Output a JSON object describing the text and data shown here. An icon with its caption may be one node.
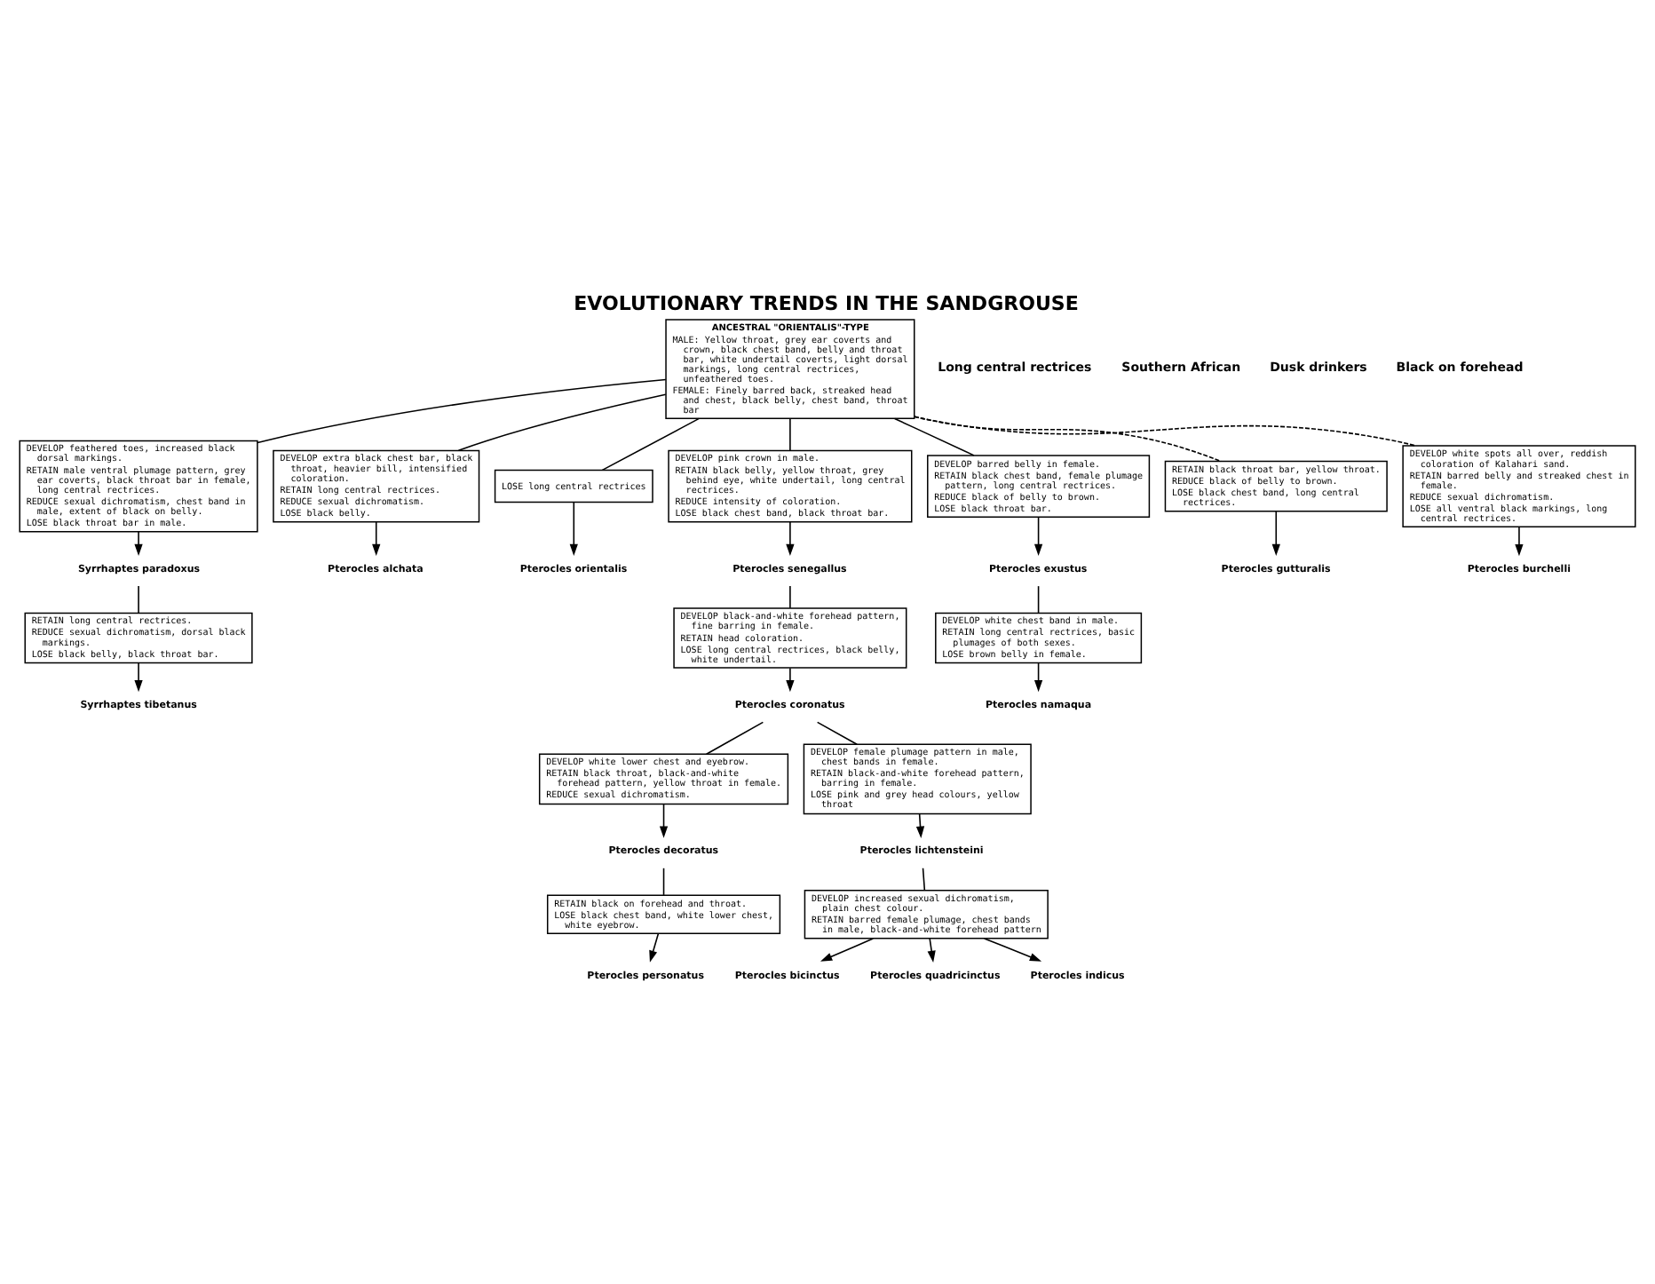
{
  "diagram": {
    "title": "EVOLUTIONARY TRENDS IN THE SANDGROUSE",
    "nodes": [
      {
        "text": [
          "ANCESTRAL \"ORIENTALIS\"-TYPE",
          "MALE: Yellow throat, grey ear coverts and crown, black chest band, belly and throat bar, white undertail coverts, light dorsal markings, long central rectrices, unfeathered toes.",
          "FEMALE: Finely barred back, streaked head and chest, black belly, chest band, throat bar"
        ]
      },
      {
        "text": [
          "DEVELOP feathered toes, increased black dorsal markings.",
          "RETAIN male ventral plumage pattern, grey ear coverts, black throat bar in female, long central rectrices.",
          "REDUCE sexual dichromatism, chest band in male, extent of black on belly.",
          "LOSE black throat bar in male."
        ]
      },
      {
        "text": [
          "Syrrhaptes paradoxus"
        ]
      },
      {
        "text": [
          "RETAIN long central rectrices.",
          "REDUCE sexual dichromatism, dorsal black markings.",
          "LOSE black belly, black throat bar."
        ]
      },
      {
        "text": [
          "Syrrhaptes tibetanus"
        ]
      },
      {
        "text": [
          "DEVELOP extra black chest bar, black throat, heavier bill, intensified coloration.",
          "RETAIN long central rectrices.",
          "REDUCE sexual dichromatism.",
          "LOSE black belly."
        ]
      },
      {
        "text": [
          "Pterocles alchata"
        ]
      },
      {
        "text": [
          "LOSE long central rectrices"
        ]
      },
      {
        "text": [
          "Pterocles orientalis"
        ]
      },
      {
        "text": [
          "DEVELOP pink crown in male.",
          "RETAIN black belly, yellow throat, grey behind eye, white undertail, long central rectrices.",
          "REDUCE intensity of coloration.",
          "LOSE black chest band, black throat bar."
        ]
      },
      {
        "text": [
          "Pterocles senegallus"
        ]
      },
      {
        "text": [
          "DEVELOP black-and-white forehead pattern, fine barring in female.",
          "RETAIN head coloration.",
          "LOSE long central rectrices, black belly, white undertail."
        ]
      },
      {
        "text": [
          "Pterocles coronatus"
        ]
      },
      {
        "text": [
          "DEVELOP white lower chest and eyebrow.",
          "RETAIN black throat, black-and-white forehead pattern, yellow throat in female.",
          "REDUCE sexual dichromatism."
        ]
      },
      {
        "text": [
          "Pterocles decoratus"
        ]
      },
      {
        "text": [
          "RETAIN black on forehead and throat.",
          "LOSE black chest band, white lower chest, white eyebrow."
        ]
      },
      {
        "text": [
          "Pterocles personatus"
        ]
      },
      {
        "text": [
          "DEVELOP female plumage pattern in male, chest bands in female.",
          "RETAIN black-and-white forehead pattern, barring in female.",
          "LOSE pink and grey head colours, yellow throat"
        ]
      },
      {
        "text": [
          "Pterocles lichtensteini"
        ]
      },
      {
        "text": [
          "DEVELOP increased sexual dichromatism, plain chest colour.",
          "RETAIN barred female plumage, chest bands in male, black-and-white forehead pattern"
        ]
      },
      {
        "text": [
          "Pterocles bicinctus"
        ]
      },
      {
        "text": [
          "Pterocles quadricinctus"
        ]
      },
      {
        "text": [
          "Pterocles indicus"
        ]
      },
      {
        "text": [
          "DEVELOP barred belly in female.",
          "RETAIN black chest band, female plumage pattern, long central rectrices.",
          "REDUCE black of belly to brown.",
          "LOSE black throat bar."
        ]
      },
      {
        "text": [
          "Pterocles exustus"
        ]
      },
      {
        "text": [
          "DEVELOP white chest band in male.",
          "RETAIN long central rectrices, basic plumages of both sexes.",
          "LOSE brown belly in female."
        ]
      },
      {
        "text": [
          "Pterocles namaqua"
        ]
      },
      {
        "text": [
          "RETAIN black throat bar, yellow throat.",
          "REDUCE black of belly to brown.",
          "LOSE black chest band, long central rectrices."
        ]
      },
      {
        "text": [
          "Pterocles gutturalis"
        ]
      },
      {
        "text": [
          "DEVELOP white spots all over, reddish coloration of Kalahari sand.",
          "RETAIN barred belly and streaked chest in female.",
          "REDUCE sexual dichromatism.",
          "LOSE all ventral black markings, long central rectrices."
        ]
      },
      {
        "text": [
          "Pterocles burchelli"
        ]
      }
    ],
    "edges": [
      {
        "from": 0,
        "to": 1,
        "arrow": "none"
      },
      {
        "from": 1,
        "to": 2,
        "arrow": "to"
      },
      {
        "from": 2,
        "to": 3,
        "arrow": "none"
      },
      {
        "from": 3,
        "to": 4,
        "arrow": "to"
      },
      {
        "from": 0,
        "to": 5,
        "arrow": "none"
      },
      {
        "from": 5,
        "to": 6,
        "arrow": "to"
      },
      {
        "from": 0,
        "to": 7,
        "arrow": "none"
      },
      {
        "from": 7,
        "to": 8,
        "arrow": "to"
      },
      {
        "from": 0,
        "to": 9,
        "arrow": "none"
      },
      {
        "from": 9,
        "to": 10,
        "arrow": "to"
      },
      {
        "from": 10,
        "to": 11,
        "arrow": "none"
      },
      {
        "from": 11,
        "to": 12,
        "arrow": "to"
      },
      {
        "from": 12,
        "to": 13,
        "arrow": "none"
      },
      {
        "from": 13,
        "to": 14,
        "arrow": "to"
      },
      {
        "from": 14,
        "to": 15,
        "arrow": "none"
      },
      {
        "from": 15,
        "to": 16,
        "arrow": "to"
      },
      {
        "from": 12,
        "to": 17,
        "arrow": "none"
      },
      {
        "from": 17,
        "to": 18,
        "arrow": "to"
      },
      {
        "from": 18,
        "to": 19,
        "arrow": "none"
      },
      {
        "from": 19,
        "to": 20,
        "arrow": "to"
      },
      {
        "from": 19,
        "to": 21,
        "arrow": "to"
      },
      {
        "from": 19,
        "to": 22,
        "arrow": "to"
      },
      {
        "from": 0,
        "to": 23,
        "arrow": "none"
      },
      {
        "from": 23,
        "to": 24,
        "arrow": "to"
      },
      {
        "from": 24,
        "to": 25,
        "arrow": "none"
      },
      {
        "from": 25,
        "to": 26,
        "arrow": "to"
      },
      {
        "from": 0,
        "to": 27,
        "arrow": "none",
        "style": "dashed"
      },
      {
        "from": 27,
        "to": 28,
        "arrow": "to"
      },
      {
        "from": 0,
        "to": 29,
        "arrow": "none",
        "style": "dashed"
      },
      {
        "from": 29,
        "to": 30,
        "arrow": "to"
      }
    ],
    "labels": [
      "Long central rectrices",
      "Southern African",
      "Dusk drinkers",
      "Black on forehead"
    ]
  }
}
